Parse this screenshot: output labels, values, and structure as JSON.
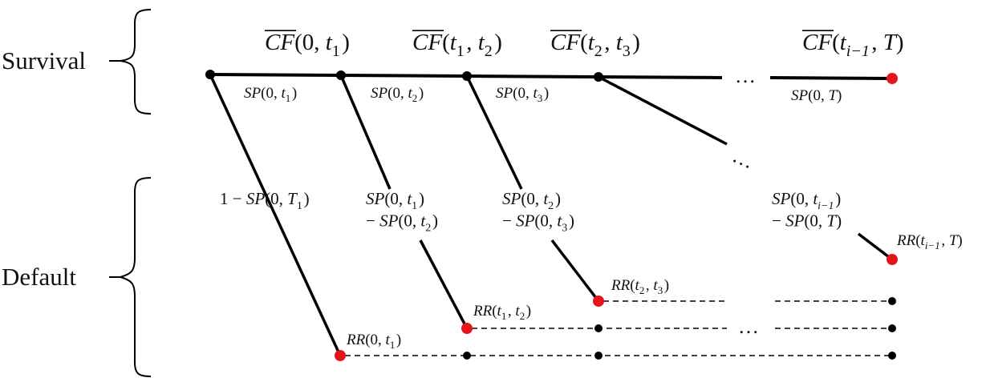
{
  "labels": {
    "survival": "Survival",
    "default": "Default"
  },
  "cash_flow_labels": [
    {
      "fn": "CF",
      "args": [
        {
          "t": "0"
        },
        {
          "t": "t",
          "sub": "1"
        }
      ]
    },
    {
      "fn": "CF",
      "args": [
        {
          "t": "t",
          "sub": "1"
        },
        {
          "t": "t",
          "sub": "2"
        }
      ]
    },
    {
      "fn": "CF",
      "args": [
        {
          "t": "t",
          "sub": "2"
        },
        {
          "t": "t",
          "sub": "3"
        }
      ]
    },
    {
      "fn": "CF",
      "args": [
        {
          "t": "t",
          "sub": "i−1"
        },
        {
          "t": "T"
        }
      ]
    }
  ],
  "survival_prob_labels": [
    {
      "fn": "SP",
      "args": [
        {
          "t": "0"
        },
        {
          "t": "t",
          "sub": "1"
        }
      ]
    },
    {
      "fn": "SP",
      "args": [
        {
          "t": "0"
        },
        {
          "t": "t",
          "sub": "2"
        }
      ]
    },
    {
      "fn": "SP",
      "args": [
        {
          "t": "0"
        },
        {
          "t": "t",
          "sub": "3"
        }
      ]
    },
    {
      "fn": "SP",
      "args": [
        {
          "t": "0"
        },
        {
          "t": "T"
        }
      ]
    }
  ],
  "default_prob_labels": [
    {
      "lines": [
        {
          "prefix": "1 − ",
          "fn": "SP",
          "args": [
            {
              "t": "0"
            },
            {
              "t": "T",
              "sub": "1"
            }
          ]
        }
      ]
    },
    {
      "lines": [
        {
          "prefix": "",
          "fn": "SP",
          "args": [
            {
              "t": "0"
            },
            {
              "t": "t",
              "sub": "1"
            }
          ]
        },
        {
          "prefix": "− ",
          "fn": "SP",
          "args": [
            {
              "t": "0"
            },
            {
              "t": "t",
              "sub": "2"
            }
          ]
        }
      ]
    },
    {
      "lines": [
        {
          "prefix": "",
          "fn": "SP",
          "args": [
            {
              "t": "0"
            },
            {
              "t": "t",
              "sub": "2"
            }
          ]
        },
        {
          "prefix": "− ",
          "fn": "SP",
          "args": [
            {
              "t": "0"
            },
            {
              "t": "t",
              "sub": "3"
            }
          ]
        }
      ]
    },
    {
      "lines": [
        {
          "prefix": "",
          "fn": "SP",
          "args": [
            {
              "t": "0"
            },
            {
              "t": "t",
              "sub": "i−1"
            }
          ]
        },
        {
          "prefix": "− ",
          "fn": "SP",
          "args": [
            {
              "t": "0"
            },
            {
              "t": "T"
            }
          ]
        }
      ]
    }
  ],
  "recovery_labels": [
    {
      "fn": "RR",
      "args": [
        {
          "t": "0"
        },
        {
          "t": "t",
          "sub": "1"
        }
      ]
    },
    {
      "fn": "RR",
      "args": [
        {
          "t": "t",
          "sub": "1"
        },
        {
          "t": "t",
          "sub": "2"
        }
      ]
    },
    {
      "fn": "RR",
      "args": [
        {
          "t": "t",
          "sub": "2"
        },
        {
          "t": "t",
          "sub": "3"
        }
      ]
    },
    {
      "fn": "RR",
      "args": [
        {
          "t": "t",
          "sub": "i−1"
        },
        {
          "t": "T"
        }
      ]
    }
  ],
  "ellipsis": "…",
  "colors": {
    "line": "#000000",
    "node": "#000000",
    "terminal_node": "#e8141c"
  }
}
